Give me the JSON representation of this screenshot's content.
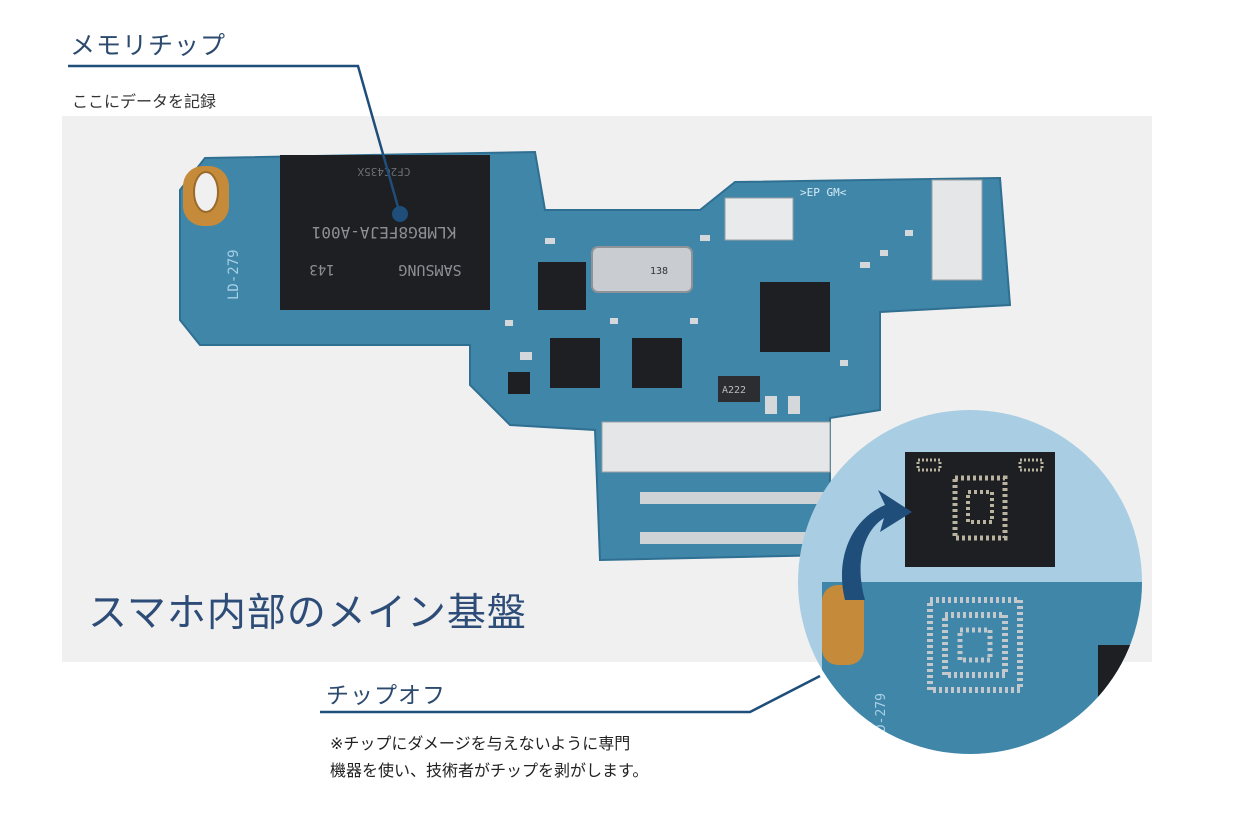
{
  "memory_label": {
    "title": "メモリチップ",
    "description": "ここにデータを記録"
  },
  "main_caption": "スマホ内部のメイン基盤",
  "chipoff": {
    "title": "チップオフ",
    "note_line1": "※チップにダメージを与えないように専門",
    "note_line2": "機器を使い、技術者がチップを剥がします。"
  },
  "board_print": {
    "chip_brand": "SAMSUNG",
    "chip_model": "KLMBG8FEJA-A001",
    "chip_code": "143",
    "chip_top": "CF2C435X",
    "board_id": "LD-279",
    "connector_text": ">EP GM<",
    "crystal_text": "138",
    "inductor_text": "A222"
  },
  "colors": {
    "accent": "#1f4e7a",
    "board": "#3f86a8",
    "board_dark": "#2f6f91",
    "chip": "#1d1f22",
    "inset_bg": "#a9cde3",
    "photo_bg": "#f0f0f0"
  }
}
